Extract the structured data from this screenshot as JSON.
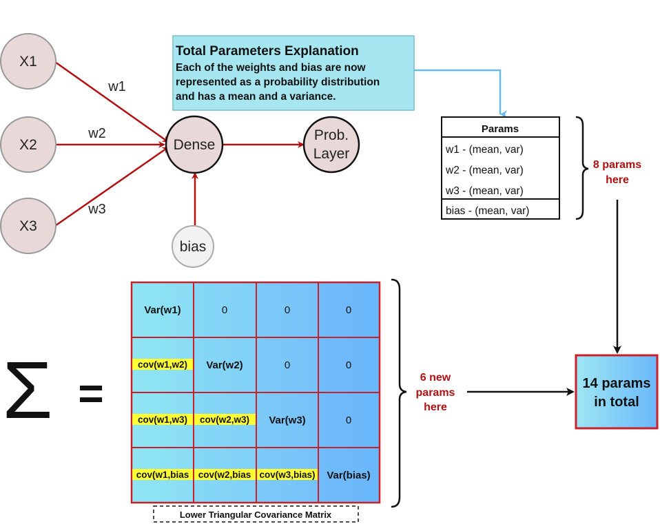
{
  "network": {
    "inputs": [
      "X1",
      "X2",
      "X3"
    ],
    "weights": [
      "w1",
      "w2",
      "w3"
    ],
    "dense": "Dense",
    "prob_layer": [
      "Prob.",
      "Layer"
    ],
    "bias": "bias"
  },
  "explanation": {
    "title": "Total Parameters Explanation",
    "lines": [
      "Each of the weights and bias are now",
      "represented as a probability distribution",
      "and has a mean and a variance."
    ]
  },
  "params_table": {
    "header": "Params",
    "rows": [
      "w1 - (mean, var)",
      "w2 - (mean, var)",
      "w3 - (mean, var)"
    ],
    "bias_row": "bias - (mean, var)"
  },
  "params_note": [
    "8 params",
    "here"
  ],
  "new_params_note": [
    "6 new",
    "params",
    "here"
  ],
  "total": [
    "14 params",
    "in total"
  ],
  "sigma": {
    "symbol": "Σ",
    "equals": "="
  },
  "matrix": {
    "cells": [
      [
        "Var(w1)",
        "0",
        "0",
        "0"
      ],
      [
        "cov(w1,w2)",
        "Var(w2)",
        "0",
        "0"
      ],
      [
        "cov(w1,w3)",
        "cov(w2,w3)",
        "Var(w3)",
        "0"
      ],
      [
        "cov(w1,bias",
        "cov(w2,bias",
        "cov(w3,bias)",
        "Var(bias)"
      ]
    ],
    "caption": "Lower Triangular Covariance Matrix"
  },
  "colors": {
    "arrow": "#b01010",
    "node_fill": "#e8d8d8",
    "explain_fill": "#a6e6f0",
    "matrix_border": "#c8202a",
    "accent_text": "#b01010"
  }
}
